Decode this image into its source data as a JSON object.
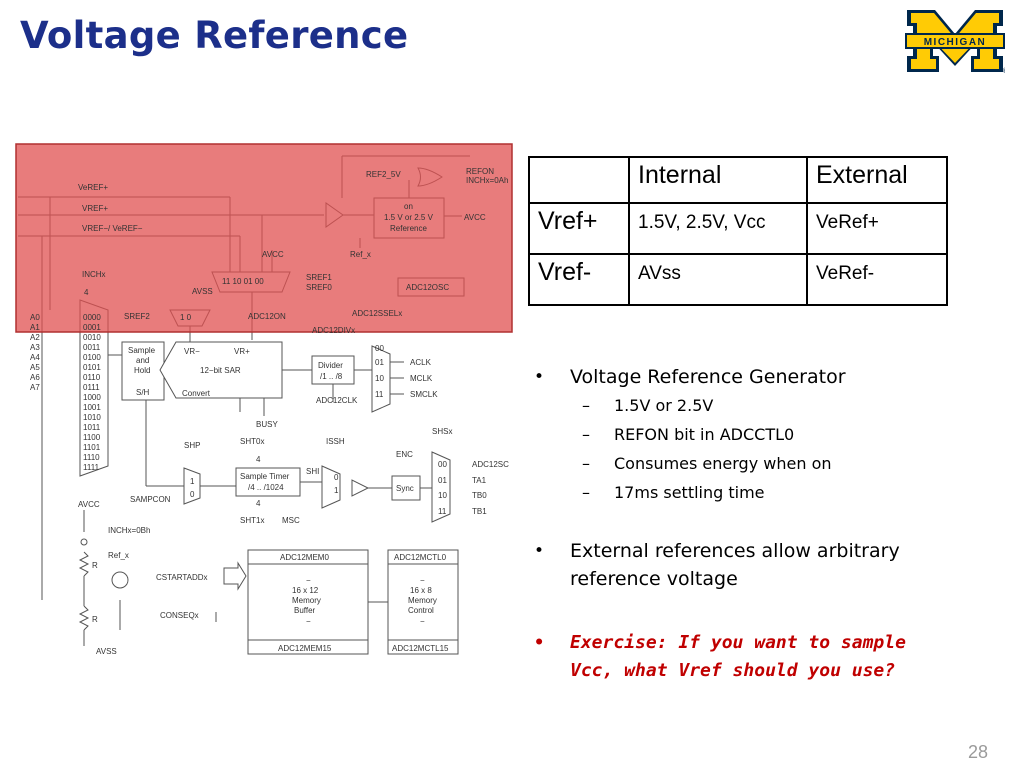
{
  "slide": {
    "title": "Voltage Reference",
    "page_number": "28"
  },
  "logo": {
    "text": "MICHIGAN",
    "mark": "®",
    "colors": {
      "maize": "#ffcb05",
      "blue": "#00274c"
    }
  },
  "colors": {
    "title": "#1c2f8a",
    "highlight": "#e05050",
    "exercise": "#c00000"
  },
  "table": {
    "headers": [
      "",
      "Internal",
      "External"
    ],
    "rows": [
      {
        "label": "Vref+",
        "internal": "1.5V, 2.5V, Vcc",
        "external": "VeRef+"
      },
      {
        "label": "Vref-",
        "internal": "AVss",
        "external": "VeRef-"
      }
    ]
  },
  "bullets": {
    "b1": "Voltage Reference Generator",
    "subs": [
      "1.5V or 2.5V",
      "REFON bit in ADCCTL0",
      "Consumes energy when on",
      "17ms settling time"
    ],
    "b2": "External references allow arbitrary reference voltage",
    "b3": "Exercise: If you want to sample Vcc, what Vref should you use?"
  },
  "diagram": {
    "labels": {
      "veref_plus": "VeREF+",
      "vref_plus": "VREF+",
      "vref_minus": "VREF−/ VeREF−",
      "ref2_5v": "REF2_5V",
      "refon": "REFON",
      "inchx0ai": "INCHx=0Ah",
      "ref_on": "on",
      "ref_volts": "1.5 V or 2.5 V",
      "ref_word": "Reference",
      "avcc": "AVCC",
      "ref_x": "Ref_x",
      "avcc2": "AVCC",
      "mux_codes": "11  10  01  00",
      "sref1": "SREF1",
      "sref0": "SREF0",
      "adc12osc": "ADC12OSC",
      "inchx": "INCHx",
      "four": "4",
      "avss": "AVSS",
      "sref2": "SREF2",
      "mux10": "1    0",
      "adc12on": "ADC12ON",
      "adc12sselx": "ADC12SSELx",
      "adc12divx": "ADC12DIVx",
      "ch_a": [
        "A0",
        "A1",
        "A2",
        "A3",
        "A4",
        "A5",
        "A6",
        "A7"
      ],
      "codes": [
        "0000",
        "0001",
        "0010",
        "0011",
        "0100",
        "0101",
        "0110",
        "0111",
        "1000",
        "1001",
        "1010",
        "1011",
        "1100",
        "1101",
        "1110",
        "1111"
      ],
      "sh_sample": "Sample",
      "sh_and": "and",
      "sh_hold": "Hold",
      "sh_sh": "S/H",
      "vr_minus": "VR−",
      "vr_plus": "VR+",
      "sar": "12−bit SAR",
      "convert": "Convert",
      "divider": "Divider",
      "divider2": "/1 .. /8",
      "clk_codes": [
        "00",
        "01",
        "10",
        "11"
      ],
      "aclk": "ACLK",
      "mclk": "MCLK",
      "smclk": "SMCLK",
      "busy": "BUSY",
      "adc12clk": "ADC12CLK",
      "shp": "SHP",
      "sht0x": "SHT0x",
      "issh": "ISSH",
      "enc": "ENC",
      "shsx": "SHSx",
      "st_four": "4",
      "st_four2": "4",
      "sample_timer": "Sample Timer",
      "st_div": "/4 .. /1024",
      "shi": "SHI",
      "sync": "Sync",
      "sampcon": "SAMPCON",
      "sht1x": "SHT1x",
      "msc": "MSC",
      "mux_1": "1",
      "mux_0": "0",
      "mux_0b": "0",
      "mux_1b": "1",
      "shs_codes": [
        "00",
        "01",
        "10",
        "11"
      ],
      "adc12sc": "ADC12SC",
      "ta1": "TA1",
      "tb0": "TB0",
      "tb1": "TB1",
      "inchx0bh": "INCHx=0Bh",
      "ref_x2": "Ref_x",
      "r1": "R",
      "r2": "R",
      "avss2": "AVSS",
      "mem0": "ADC12MEM0",
      "mem_dash": "−",
      "mem_size": "16 x 12",
      "mem_word": "Memory",
      "mem_buf": "Buffer",
      "mem_dash2": "−",
      "mem15": "ADC12MEM15",
      "mctl0": "ADC12MCTL0",
      "mctl_dash": "−",
      "mctl_size": "16 x 8",
      "mctl_word": "Memory",
      "mctl_ctrl": "Control",
      "mctl_dash2": "−",
      "mctl15": "ADC12MCTL15",
      "cstart": "CSTARTADDx",
      "conseq": "CONSEQx"
    }
  }
}
